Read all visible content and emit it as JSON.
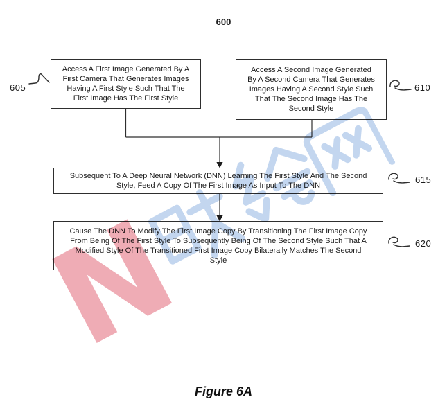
{
  "figure": {
    "diagram_label": "600",
    "caption": "Figure 6A"
  },
  "boxes": [
    {
      "ref": "605",
      "lines": [
        "Access A First Image Generated By A",
        "First Camera That Generates Images",
        "Having A First Style Such That The",
        "First Image Has The First Style"
      ]
    },
    {
      "ref": "610",
      "lines": [
        "Access A Second Image Generated",
        "By A Second Camera That Generates",
        "Images Having A Second Style Such",
        "That The Second Image Has The",
        "Second Style"
      ]
    },
    {
      "ref": "615",
      "lines": [
        "Subsequent To A Deep Neural Network (DNN) Learning The First Style And The Second",
        "Style, Feed A Copy Of The First Image As Input To The DNN"
      ]
    },
    {
      "ref": "620",
      "lines": [
        "Cause The DNN To Modify The First Image Copy By Transitioning The First Image Copy",
        "From Being Of The First Style To Subsequently Being Of The Second Style Such That A",
        "Modified Style Of The Transitioned First Image Copy Bilaterally Matches The Second",
        "Style"
      ]
    }
  ],
  "watermark": {
    "letter": "N",
    "characters": "映绘网",
    "letter_color": "#efacb5",
    "character_color": "#c3d6ef"
  },
  "line_color": "#2e2e2e"
}
